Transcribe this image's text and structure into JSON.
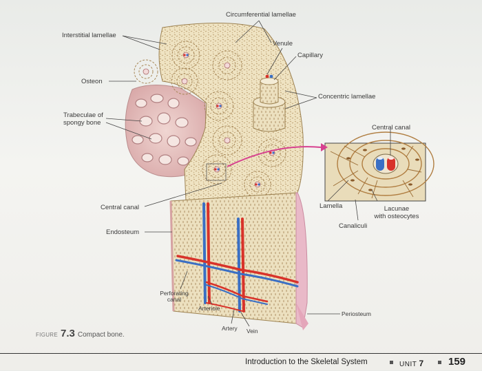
{
  "labels": {
    "circumferential_lamellae": "Circumferential lamellae",
    "interstitial_lamellae": "Interstitial lamellae",
    "venule": "Venule",
    "capillary": "Capillary",
    "osteon": "Osteon",
    "concentric_lamellae": "Concentric lamellae",
    "trabeculae_line1": "Trabeculae of",
    "trabeculae_line2": "spongy bone",
    "central_canal_inset": "Central canal",
    "central_canal": "Central canal",
    "lamella": "Lamella",
    "lacunae_line1": "Lacunae",
    "lacunae_line2": "with osteocytes",
    "canaliculi": "Canaliculi",
    "endosteum": "Endosteum",
    "perforating_line1": "Perforating",
    "perforating_line2": "canal",
    "arteriole": "Arteriole",
    "periosteum": "Periosteum",
    "artery": "Artery",
    "vein": "Vein"
  },
  "caption": {
    "figure_word": "FIGURE",
    "figure_number": "7.3",
    "text": "Compact bone."
  },
  "footer": {
    "title": "Introduction to the Skeletal System",
    "unit_word": "UNIT",
    "unit_number": "7",
    "page_number": "159"
  },
  "colors": {
    "bone": "#efe3c2",
    "lamella_line": "#a8895a",
    "spongy": "#e8c9c6",
    "periosteum": "#e9b9c8",
    "artery": "#d8322a",
    "vein": "#3a6fc4",
    "pointer_arrow": "#d7408f"
  }
}
